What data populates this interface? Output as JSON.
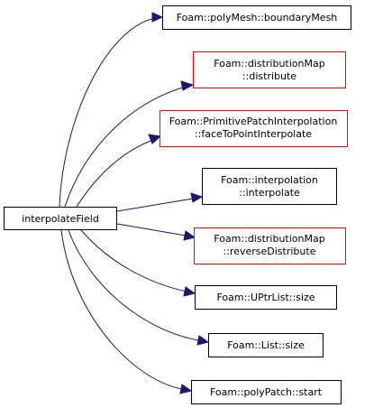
{
  "graph": {
    "source": {
      "label": "interpolateField",
      "fill": "#bfbfbf",
      "border": "#000000"
    },
    "edge_color": "#191970",
    "callees": [
      {
        "lines": [
          "Foam::polyMesh::boundaryMesh"
        ],
        "border": "#000000"
      },
      {
        "lines": [
          "Foam::distributionMap",
          "::distribute"
        ],
        "border": "#ff0000"
      },
      {
        "lines": [
          "Foam::PrimitivePatchInterpolation",
          "::faceToPointInterpolate"
        ],
        "border": "#ff0000"
      },
      {
        "lines": [
          "Foam::interpolation",
          "::interpolate"
        ],
        "border": "#000000"
      },
      {
        "lines": [
          "Foam::distributionMap",
          "::reverseDistribute"
        ],
        "border": "#ff0000"
      },
      {
        "lines": [
          "Foam::UPtrList::size"
        ],
        "border": "#000000"
      },
      {
        "lines": [
          "Foam::List::size"
        ],
        "border": "#000000"
      },
      {
        "lines": [
          "Foam::polyPatch::start"
        ],
        "border": "#000000"
      }
    ]
  }
}
